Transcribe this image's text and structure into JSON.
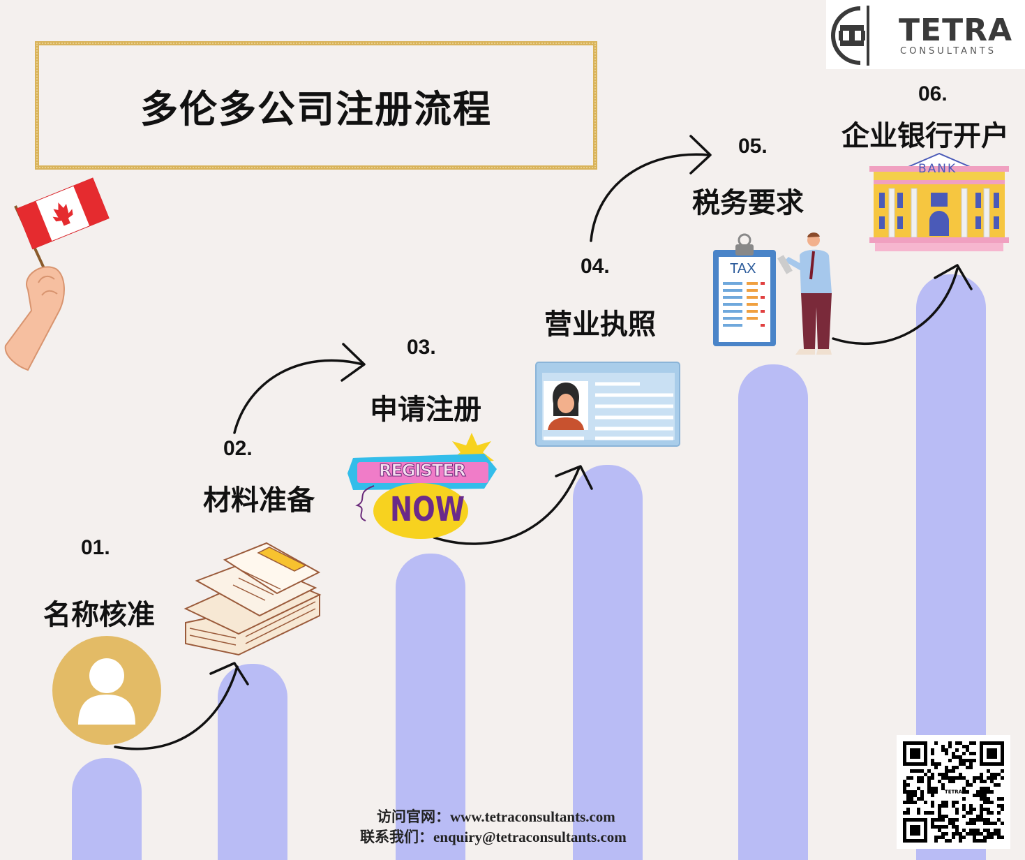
{
  "title": "多伦多公司注册流程",
  "logo": {
    "brand": "TETRA",
    "sub": "CONSULTANTS",
    "colors": {
      "text": "#3a3a3a",
      "bg": "#ffffff"
    }
  },
  "steps": [
    {
      "num": "01.",
      "label": "名称核准",
      "icon": "user-avatar-icon"
    },
    {
      "num": "02.",
      "label": "材料准备",
      "icon": "documents-stack-icon"
    },
    {
      "num": "03.",
      "label": "申请注册",
      "icon": "register-now-sticker"
    },
    {
      "num": "04.",
      "label": "营业执照",
      "icon": "id-card-icon"
    },
    {
      "num": "05.",
      "label": "税务要求",
      "icon": "tax-clipboard-icon"
    },
    {
      "num": "06.",
      "label": "企业银行开户",
      "icon": "bank-building-icon"
    }
  ],
  "stickers": {
    "register": "REGISTER",
    "now": "NOW",
    "tax": "TAX",
    "bank": "BANK"
  },
  "footer": {
    "website": "访问官网：www.tetraconsultants.com",
    "email": "联系我们：enquiry@tetraconsultants.com"
  },
  "qr": {
    "center_text": "TETRA"
  },
  "colors": {
    "background": "#f4f0ee",
    "pillar": "#b9bcf5",
    "frame_gold": "#d9b35a",
    "avatar_gold": "#e3bb66"
  }
}
